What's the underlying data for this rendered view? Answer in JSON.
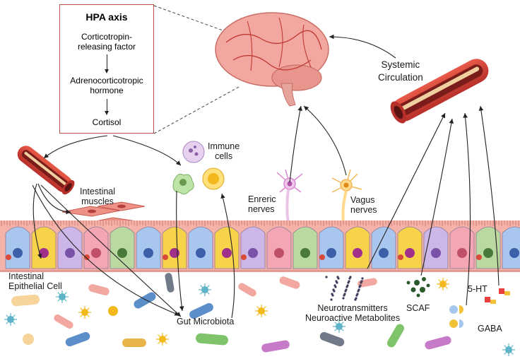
{
  "hpa": {
    "title": "HPA axis",
    "steps": [
      "Corticotropin-\nreleasing factor",
      "Adrenocorticotropic\nhormone",
      "Cortisol"
    ]
  },
  "labels": {
    "systemic_circulation": "Systemic\nCirculation",
    "immune_cells": "Immune\ncells",
    "intestinal_muscles": "Intestinal\nmuscles",
    "enteric_nerves": "Enreric\nnerves",
    "vagus_nerves": "Vagus\nnerves",
    "intestinal_epithelial_cell": "Intestinal\nEpithelial Cell",
    "gut_microbiota": "Gut Microbiota",
    "neurotransmitters": "Neurotransmitters\nNeuroactive Metabolites",
    "scaf": "SCAF",
    "five_ht": "5-HT",
    "gaba": "GABA"
  },
  "colors": {
    "hpa_border": "#c0524a",
    "brain": "#f2a7a0",
    "vessel": "#d8483a",
    "epithelium": "#f4b2a8",
    "arrow": "#222222"
  }
}
